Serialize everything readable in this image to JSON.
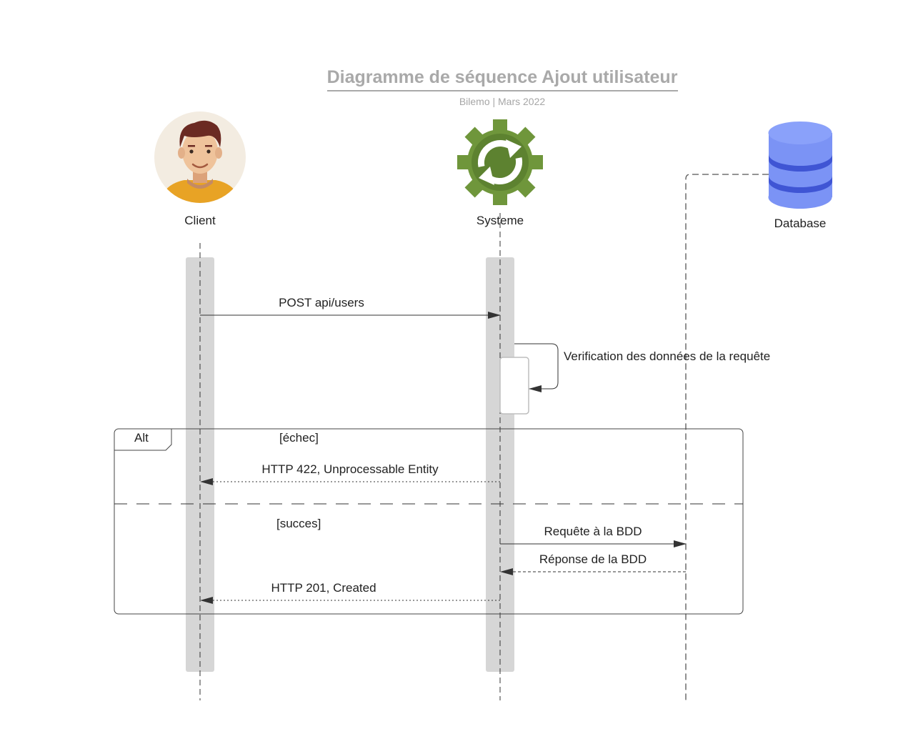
{
  "title": "Diagramme de séquence Ajout utilisateur",
  "subtitle": "Bilemo  | Mars  2022",
  "actors": [
    {
      "id": "client",
      "label": "Client",
      "icon": "person-avatar-icon"
    },
    {
      "id": "systeme",
      "label": "Systeme",
      "icon": "gear-sync-icon"
    },
    {
      "id": "database",
      "label": "Database",
      "icon": "database-icon"
    }
  ],
  "messages": [
    {
      "label": "POST api/users",
      "from": "Client",
      "to": "Systeme",
      "style": "solid"
    },
    {
      "label": "Verification des données de la requête",
      "from": "Systeme",
      "to": "Systeme",
      "style": "self"
    },
    {
      "label": "HTTP 422, Unprocessable Entity",
      "from": "Systeme",
      "to": "Client",
      "style": "dotted"
    },
    {
      "label": "Requête à la BDD",
      "from": "Systeme",
      "to": "Database",
      "style": "solid"
    },
    {
      "label": "Réponse de la BDD",
      "from": "Database",
      "to": "Systeme",
      "style": "dashed"
    },
    {
      "label": "HTTP 201, Created",
      "from": "Systeme",
      "to": "Client",
      "style": "dotted"
    }
  ],
  "fragment": {
    "operator": "Alt",
    "guards": [
      "[échec]",
      "[succes]"
    ]
  },
  "colors": {
    "title": "#a9a9a9",
    "activation": "#d6d6d6",
    "gear": "#6f963b",
    "database": "#7b93f5",
    "database_band": "#3f55d4",
    "shirt": "#e8a325"
  }
}
